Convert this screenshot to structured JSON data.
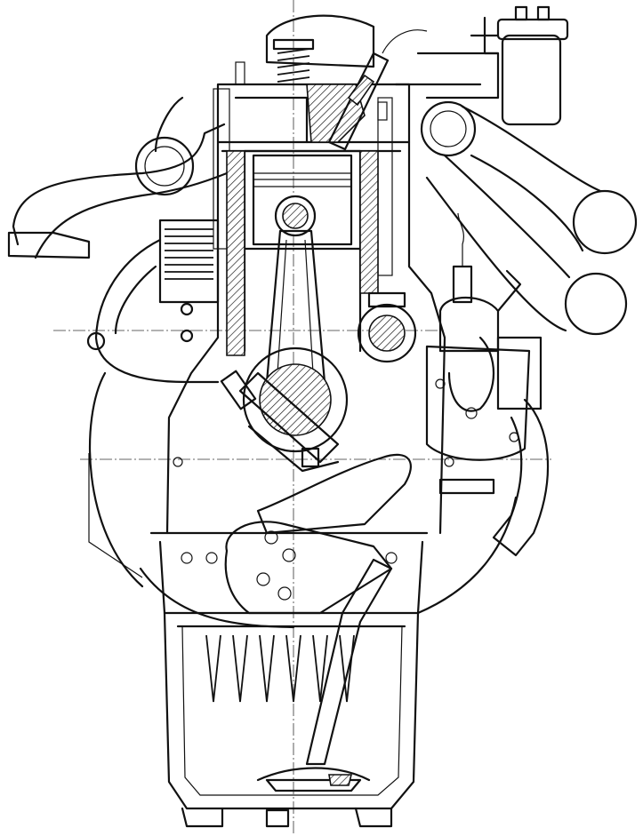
{
  "drawing": {
    "colors": {
      "ink": "#111111",
      "paper": "#ffffff"
    },
    "parts": [
      "cylinder-head",
      "valve-spring",
      "injector",
      "fuel-filter",
      "exhaust-manifold",
      "intake-manifold",
      "piston",
      "connecting-rod",
      "crankshaft",
      "camshaft",
      "fuel-injection-pump",
      "cooling-fins-housing",
      "oil-pump",
      "oil-sump",
      "oil-pickup-strainer",
      "flywheel-housing"
    ]
  }
}
